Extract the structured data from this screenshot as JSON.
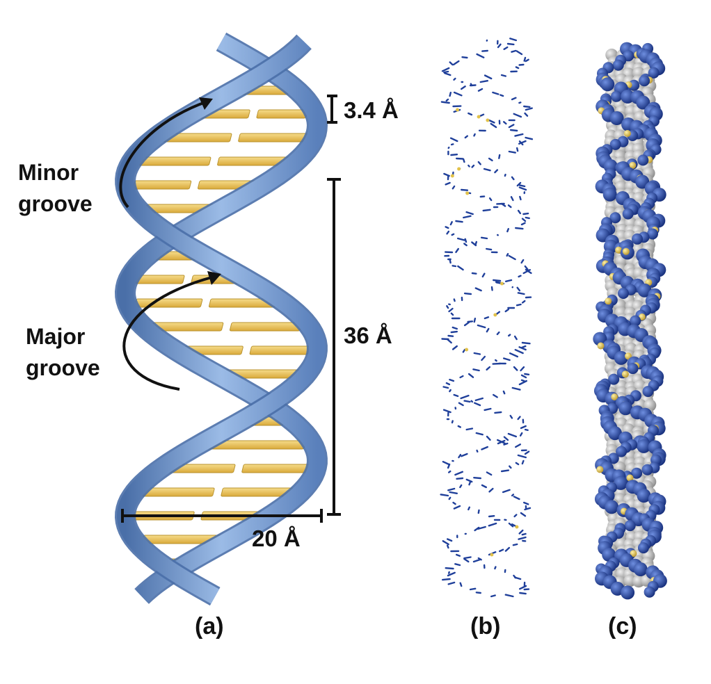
{
  "panels": {
    "a": {
      "caption": "(a)",
      "minor_groove_label": [
        "Minor",
        "groove"
      ],
      "major_groove_label": [
        "Major",
        "groove"
      ],
      "rise_label": "3.4 Å",
      "pitch_label": "36 Å",
      "diameter_label": "20 Å"
    },
    "b": {
      "caption": "(b)"
    },
    "c": {
      "caption": "(c)"
    }
  },
  "colors": {
    "backbone_ribbon": "#6f97cf",
    "backbone_ribbon_dark": "#4a6fa8",
    "base_pair": "#e8c15a",
    "base_pair_edge": "#b8922e",
    "atom_blue": "#1f3f9a",
    "atom_gray": "#b8b8b8",
    "atom_yellow": "#e2c24a",
    "label": "#111111"
  }
}
